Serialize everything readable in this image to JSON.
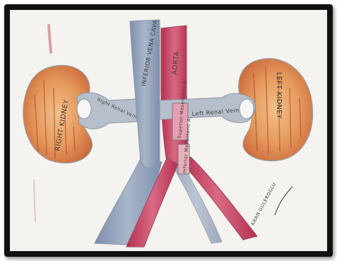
{
  "colors": {
    "frame": "#111111",
    "paper": "#f4f3ef",
    "kidney": "#e8a05a",
    "kidney_dark": "#c5572f",
    "vein": "#8a9bb5",
    "artery": "#c23a5a",
    "outline": "#9aa0a8"
  },
  "labels": {
    "right_kidney": "RIGHT KIDNEY",
    "left_kidney": "LEFT KIDNEY",
    "right_renal_vein": "Right Renal Vein",
    "left_renal_vein": "Left Renal Vein",
    "inferior_vena_cava": "INFERIOR VENA CAVA",
    "aorta": "AORTA",
    "superior_mesenteric_a": "Superior Mesenteric A.",
    "inferior_mesenteric_a": "Inferior Mesenteric A."
  },
  "signature": "KAAN GULEROGLU"
}
